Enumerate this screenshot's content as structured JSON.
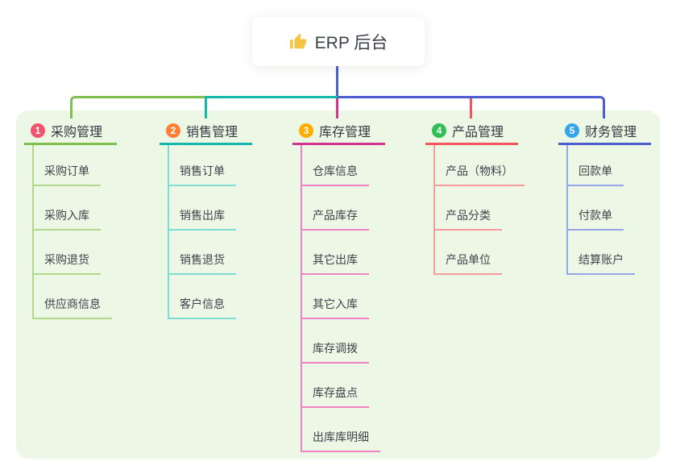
{
  "root_node": {
    "label": "ERP 后台",
    "icon": "thumbs-up-icon"
  },
  "branches": [
    {
      "num": "1",
      "label": "采购管理",
      "color": "#7fbf4d",
      "light_color": "#b2d98b",
      "badge_color": "#f1556d",
      "items": [
        "采购订单",
        "采购入库",
        "采购退货",
        "供应商信息"
      ]
    },
    {
      "num": "2",
      "label": "销售管理",
      "color": "#14b8ab",
      "light_color": "#7edcd2",
      "badge_color": "#fd8037",
      "items": [
        "销售订单",
        "销售出库",
        "销售退货",
        "客户信息"
      ]
    },
    {
      "num": "3",
      "label": "库存管理",
      "color": "#d6338f",
      "light_color": "#f083c4",
      "badge_color": "#ffae00",
      "items": [
        "仓库信息",
        "产品库存",
        "其它出库",
        "其它入库",
        "库存调拨",
        "库存盘点",
        "出库库明细"
      ]
    },
    {
      "num": "4",
      "label": "产品管理",
      "color": "#f4555c",
      "light_color": "#f99a9e",
      "badge_color": "#2fbe55",
      "items": [
        "产品（物料）",
        "产品分类",
        "产品单位"
      ]
    },
    {
      "num": "5",
      "label": "财务管理",
      "color": "#4a5ed0",
      "light_color": "#95a7e8",
      "badge_color": "#36a4e9",
      "items": [
        "回款单",
        "付款单",
        "结算账户"
      ]
    }
  ],
  "canvas": {
    "background": "#ffffff",
    "panel_background": "#ecf7e5"
  }
}
